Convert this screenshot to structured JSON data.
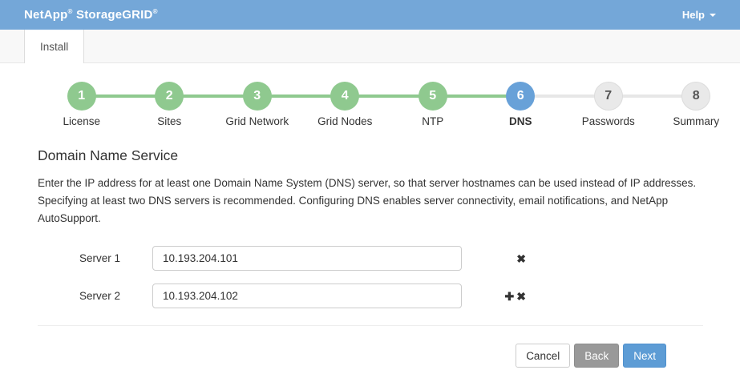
{
  "colors": {
    "header_bg": "#74a7d8",
    "completed_green": "#8fc98f",
    "current_blue": "#68a1d8",
    "upcoming_gray": "#e9e9e9",
    "next_button_blue": "#5d9cd5",
    "back_button_gray": "#999999"
  },
  "header": {
    "brand": {
      "name": "NetApp",
      "product": "StorageGRID",
      "reg": "®"
    },
    "help_label": "Help"
  },
  "tabs": {
    "install_label": "Install"
  },
  "wizard": {
    "steps": [
      {
        "num": "1",
        "label": "License",
        "state": "completed"
      },
      {
        "num": "2",
        "label": "Sites",
        "state": "completed"
      },
      {
        "num": "3",
        "label": "Grid Network",
        "state": "completed"
      },
      {
        "num": "4",
        "label": "Grid Nodes",
        "state": "completed"
      },
      {
        "num": "5",
        "label": "NTP",
        "state": "completed"
      },
      {
        "num": "6",
        "label": "DNS",
        "state": "current"
      },
      {
        "num": "7",
        "label": "Passwords",
        "state": "upcoming"
      },
      {
        "num": "8",
        "label": "Summary",
        "state": "upcoming"
      }
    ]
  },
  "main": {
    "title": "Domain Name Service",
    "description": "Enter the IP address for at least one Domain Name System (DNS) server, so that server hostnames can be used instead of IP addresses. Specifying at least two DNS servers is recommended. Configuring DNS enables server connectivity, email notifications, and NetApp AutoSupport.",
    "servers": [
      {
        "label": "Server 1",
        "value": "10.193.204.101"
      },
      {
        "label": "Server 2",
        "value": "10.193.204.102"
      }
    ],
    "icons": {
      "add": "✚",
      "remove": "✖"
    }
  },
  "footer": {
    "cancel_label": "Cancel",
    "back_label": "Back",
    "next_label": "Next"
  }
}
